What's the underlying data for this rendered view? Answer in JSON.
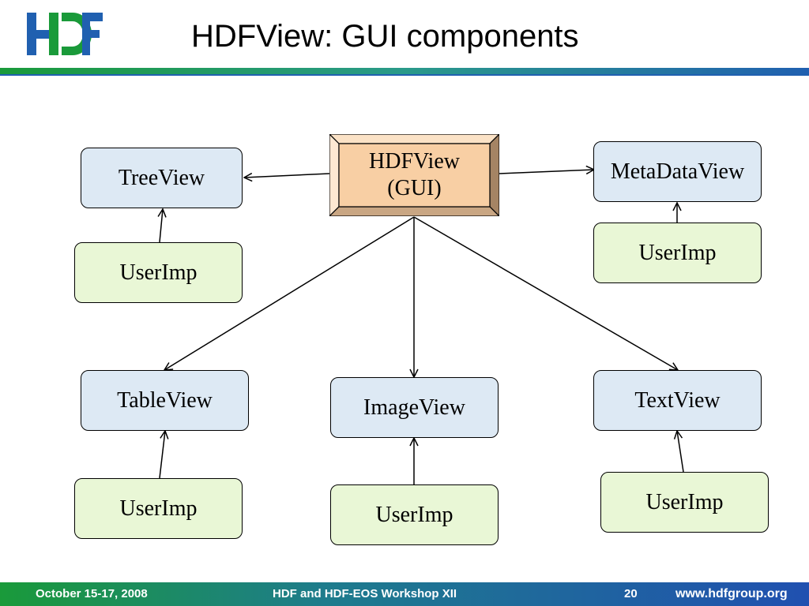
{
  "header": {
    "title": "HDFView: GUI components",
    "logo_text": "HDF"
  },
  "diagram": {
    "main_node": {
      "line1": "HDFView",
      "line2": "(GUI)"
    },
    "views": {
      "tree": "TreeView",
      "metadata": "MetaDataView",
      "table": "TableView",
      "image": "ImageView",
      "text": "TextView"
    },
    "impls": {
      "tree": "UserImp",
      "metadata": "UserImp",
      "table": "UserImp",
      "image": "UserImp",
      "text": "UserImp"
    }
  },
  "footer": {
    "date": "October 15-17, 2008",
    "event": "HDF and HDF-EOS Workshop XII",
    "page": "20",
    "url": "www.hdfgroup.org"
  },
  "colors": {
    "view_fill": "#dde9f4",
    "impl_fill": "#e9f7d6",
    "main_fill": "#f8cfa4",
    "brand_green": "#1a9a3a",
    "brand_blue": "#2060b0"
  }
}
